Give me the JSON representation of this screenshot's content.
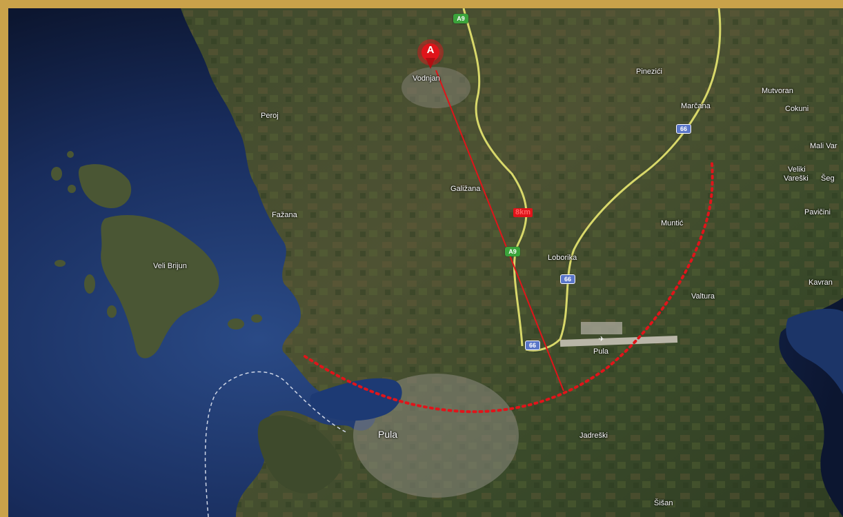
{
  "places": {
    "vodnjan": "Vodnjan",
    "peroj": "Peroj",
    "fazana": "Fažana",
    "galizana": "Galižana",
    "loborika": "Loborika",
    "pinezici": "Pinezići",
    "marcana": "Marčana",
    "mutvoran": "Mutvoran",
    "cokuni": "Cokuni",
    "mali_vareski": "Mali Var",
    "veliki_vareski_1": "Veliki",
    "veliki_vareski_2": "Vareški",
    "segotici": "Šeg",
    "pavicini": "Pavičini",
    "muntic": "Muntić",
    "kavran": "Kavran",
    "valtura": "Valtura",
    "pula_airport": "Pula",
    "pula_city": "Pula",
    "jadreski": "Jadreški",
    "sisan": "Šišan",
    "veli_brijun": "Veli Brijun"
  },
  "road_shields": {
    "a9_top": "A9",
    "a9_mid": "A9",
    "r66_marcana": "66",
    "r66_loborika": "66",
    "r66_south": "66"
  },
  "marker": {
    "letter": "A"
  },
  "distance_label": "8km",
  "colors": {
    "frame": "#c9a24a",
    "route_line": "#e0141a",
    "radius_arc": "#e0141a",
    "highway": "#d8d86a",
    "shield_green": "#3ba33b",
    "shield_blue": "#5a76c8"
  }
}
